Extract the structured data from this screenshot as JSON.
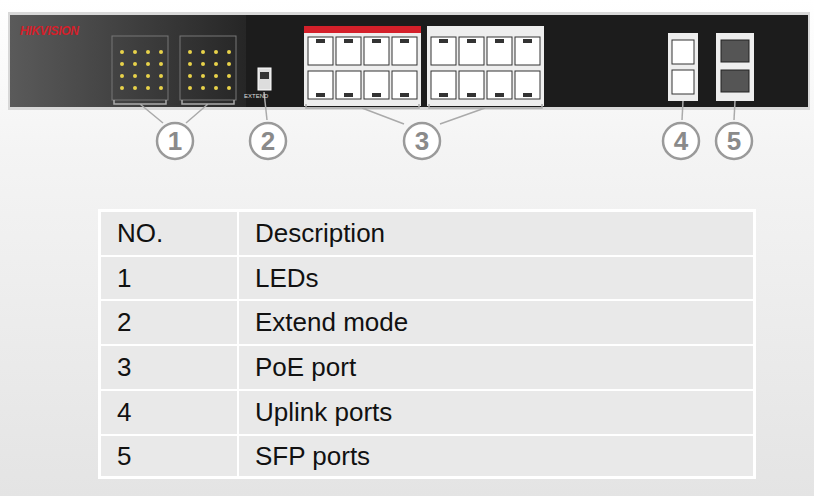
{
  "diagram": {
    "nodes": [
      {
        "text": [
          "1"
        ]
      },
      {
        "text": [
          "2"
        ]
      },
      {
        "text": [
          "3"
        ]
      },
      {
        "text": [
          "4"
        ]
      },
      {
        "text": [
          "5"
        ]
      }
    ],
    "labels": [
      "HIKVISION",
      "EXTEND",
      "NO.",
      "Description",
      "1",
      "LEDs",
      "2",
      "Extend mode",
      "3",
      "PoE port",
      "4",
      "Uplink ports",
      "5",
      "SFP ports"
    ]
  }
}
